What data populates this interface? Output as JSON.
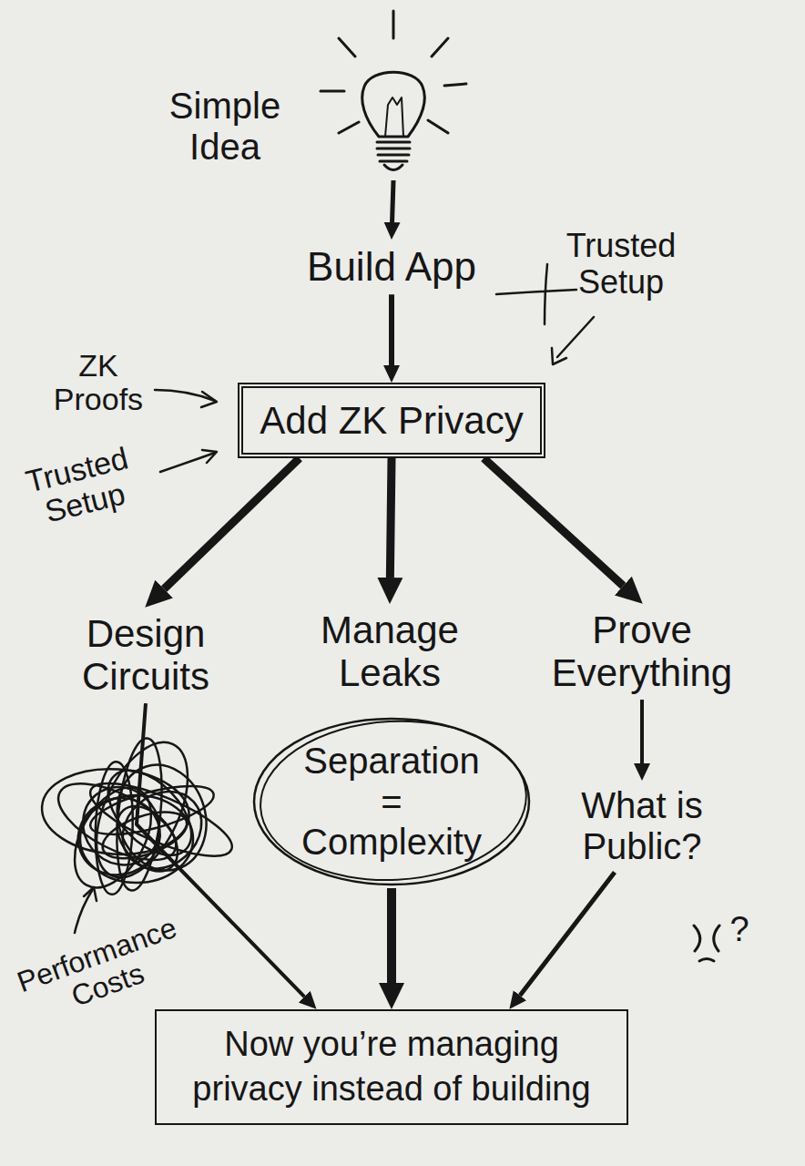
{
  "diagram": {
    "nodes": [
      {
        "text": [
          "Simple Idea"
        ]
      },
      {
        "text": [
          "Build App"
        ]
      },
      {
        "text": [
          "Add ZK Privacy"
        ]
      },
      {
        "text": [
          "Design Circuits"
        ]
      },
      {
        "text": [
          "Manage Leaks"
        ]
      },
      {
        "text": [
          "Prove Everything"
        ]
      },
      {
        "text": [
          "Separation = Complexity"
        ]
      },
      {
        "text": [
          "What is Public?"
        ]
      },
      {
        "text": [
          "Now you’re managing privacy instead of building"
        ]
      }
    ],
    "edges": [
      {
        "from": 0,
        "to": 1,
        "arrow": "to"
      },
      {
        "from": 1,
        "to": 2,
        "arrow": "to"
      },
      {
        "from": 2,
        "to": 3,
        "arrow": "to"
      },
      {
        "from": 2,
        "to": 4,
        "arrow": "to"
      },
      {
        "from": 2,
        "to": 5,
        "arrow": "to"
      },
      {
        "from": 3,
        "to": 8,
        "arrow": "to"
      },
      {
        "from": 6,
        "to": 8,
        "arrow": "to"
      },
      {
        "from": 5,
        "to": 7,
        "arrow": "to"
      },
      {
        "from": 7,
        "to": 8,
        "arrow": "to"
      }
    ],
    "labels": [
      "Trusted Setup",
      "ZK Proofs",
      "Trusted Setup",
      "Performance Costs",
      "?"
    ]
  }
}
